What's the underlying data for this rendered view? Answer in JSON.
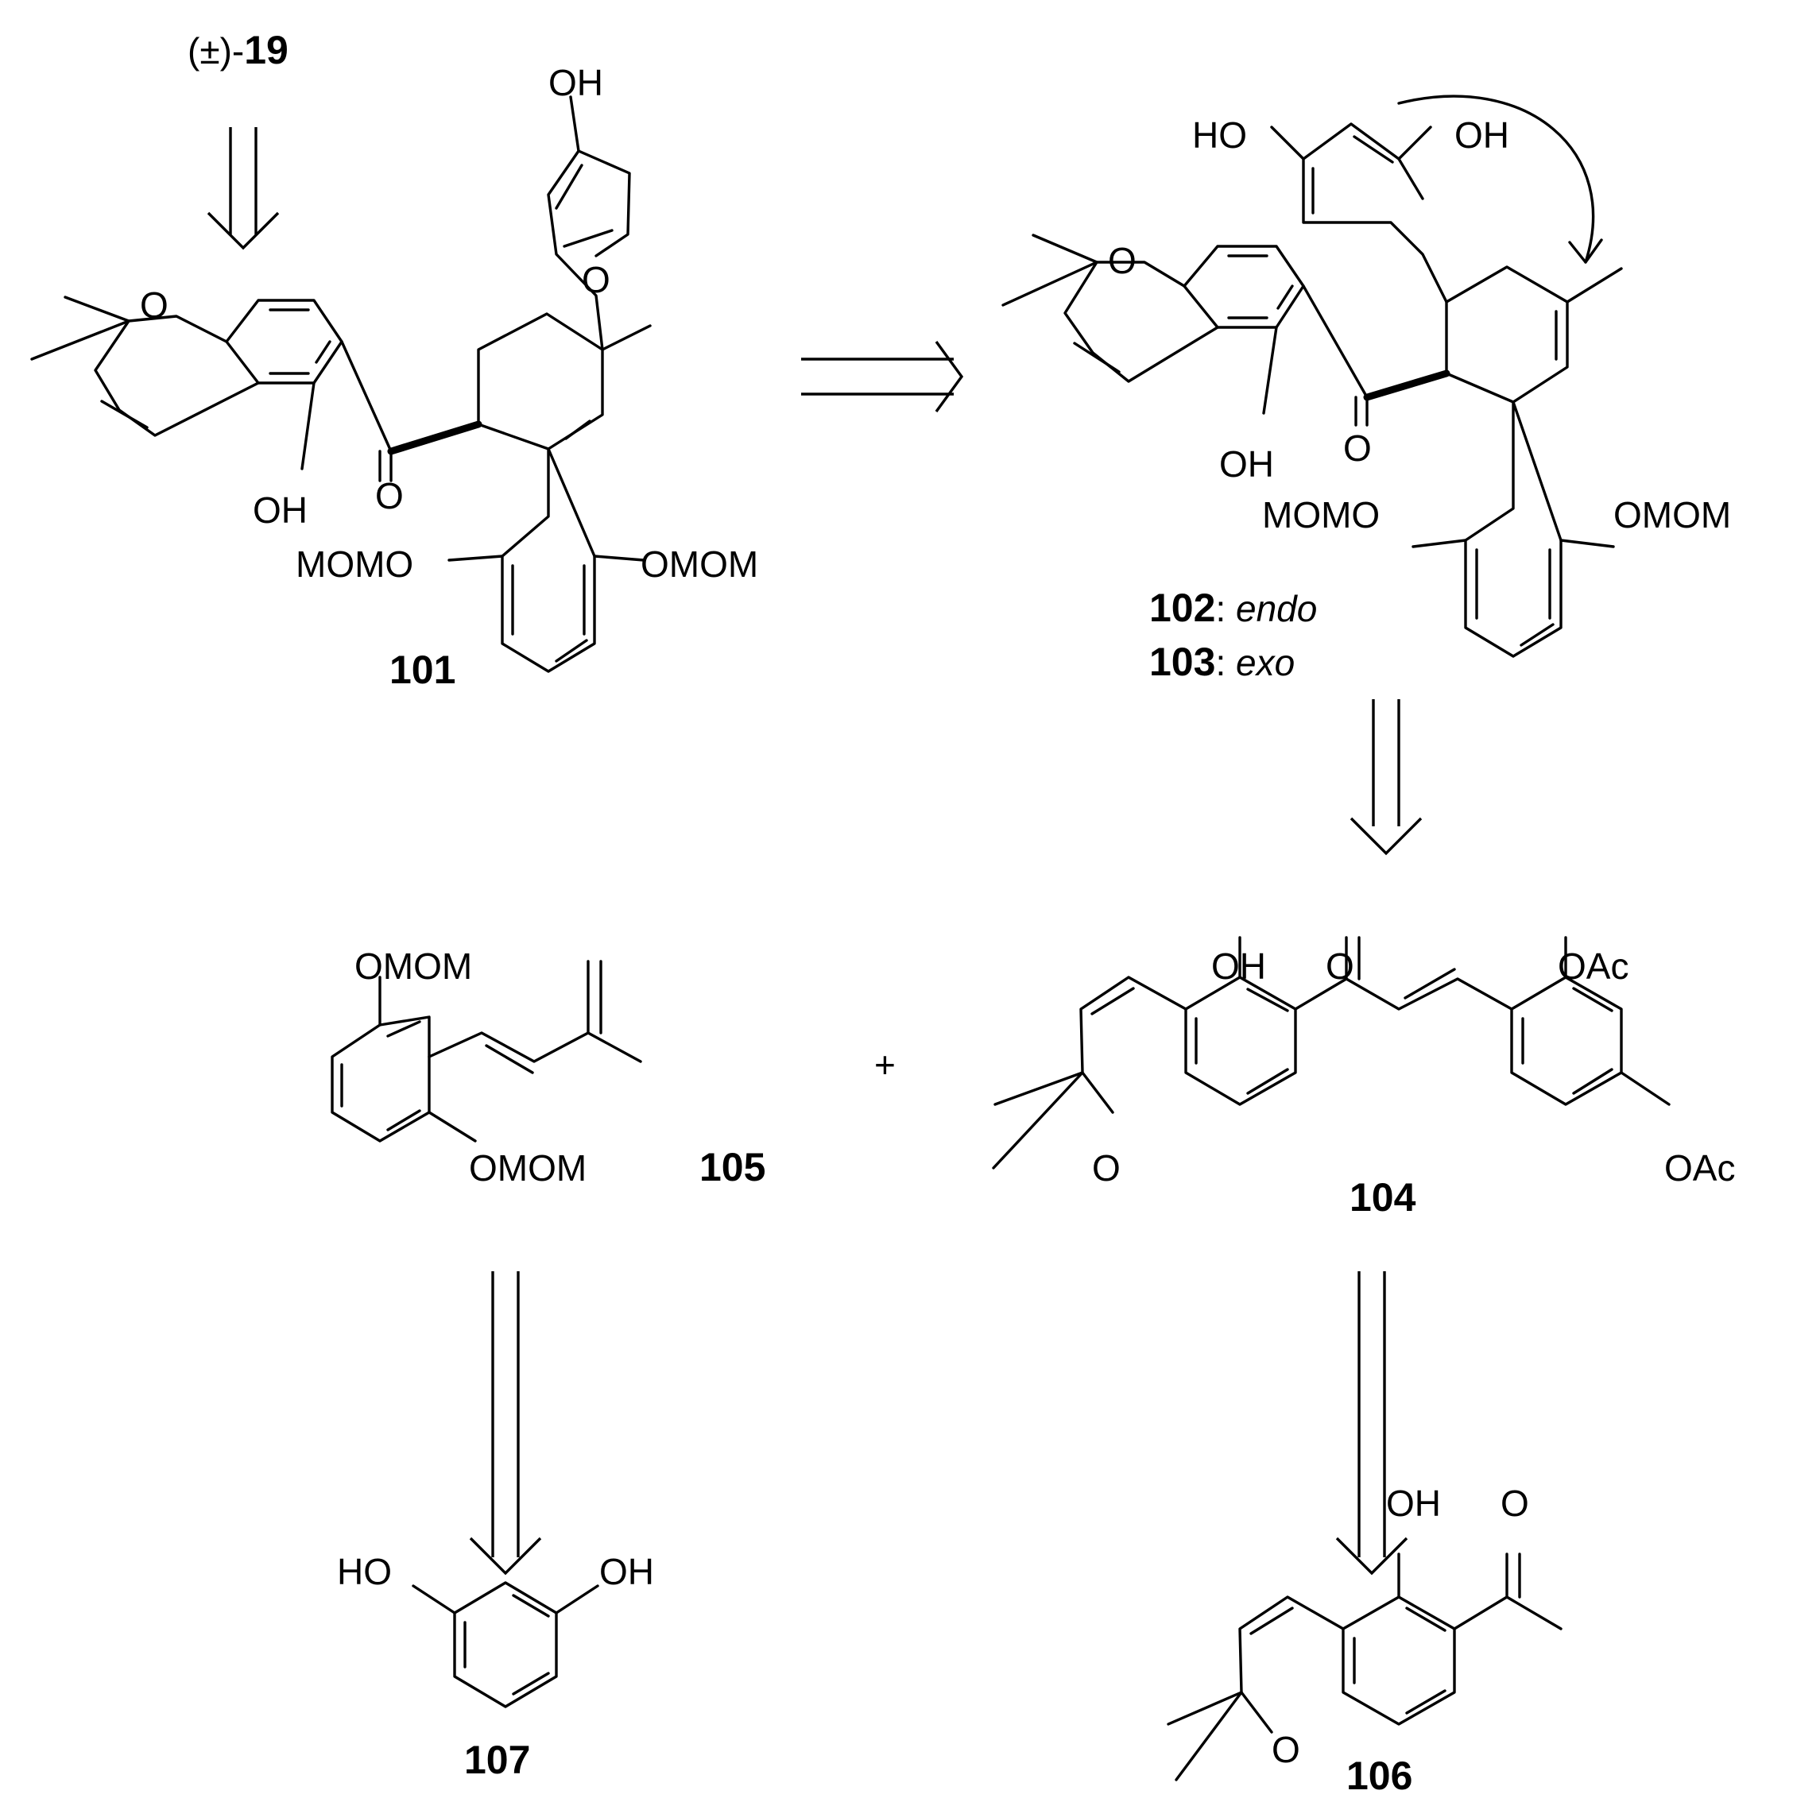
{
  "scheme": {
    "compounds": {
      "c19": {
        "prefix": "(±)-",
        "number": "19"
      },
      "c101": {
        "number": "101"
      },
      "c102": {
        "number": "102",
        "descriptor": "endo"
      },
      "c103": {
        "number": "103",
        "descriptor": "exo"
      },
      "c104": {
        "number": "104"
      },
      "c105": {
        "number": "105"
      },
      "c106": {
        "number": "106"
      },
      "c107": {
        "number": "107"
      }
    },
    "atom_labels": {
      "OH": "OH",
      "HO": "HO",
      "O": "O",
      "MOMO": "MOMO",
      "OMOM": "OMOM",
      "OAc": "OAc"
    },
    "plus_sign": "+",
    "colors": {
      "ink": "#000000",
      "background": "#ffffff"
    }
  }
}
